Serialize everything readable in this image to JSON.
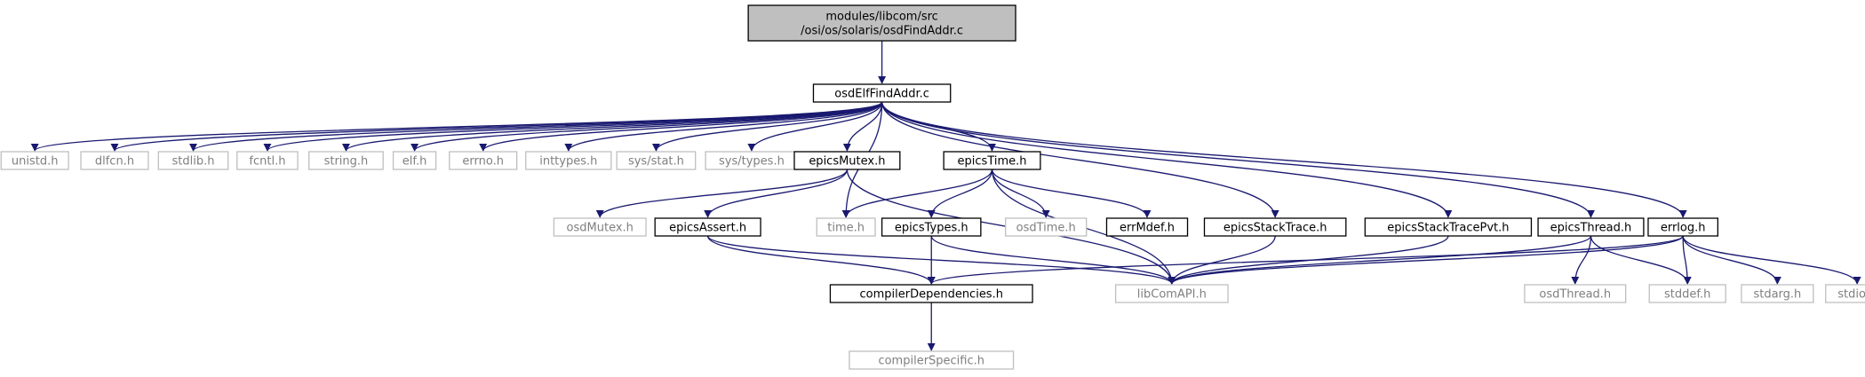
{
  "colors": {
    "edge": "#191970",
    "root_fill": "#bfbfbf",
    "node_border": "#000000",
    "external_border": "#bfbfbf",
    "external_text": "#7f7f7f",
    "text": "#000000"
  },
  "nodes": {
    "root": {
      "lines": [
        "modules/libcom/src",
        "/osi/os/solaris/osdFindAddr.c"
      ],
      "kind": "root"
    },
    "osdElfFindAddr": {
      "lines": [
        "osdElfFindAddr.c"
      ],
      "kind": "normal"
    },
    "unistd": {
      "lines": [
        "unistd.h"
      ],
      "kind": "external"
    },
    "dlfcn": {
      "lines": [
        "dlfcn.h"
      ],
      "kind": "external"
    },
    "stdlib": {
      "lines": [
        "stdlib.h"
      ],
      "kind": "external"
    },
    "fcntl": {
      "lines": [
        "fcntl.h"
      ],
      "kind": "external"
    },
    "string": {
      "lines": [
        "string.h"
      ],
      "kind": "external"
    },
    "elf": {
      "lines": [
        "elf.h"
      ],
      "kind": "external"
    },
    "errno": {
      "lines": [
        "errno.h"
      ],
      "kind": "external"
    },
    "inttypes": {
      "lines": [
        "inttypes.h"
      ],
      "kind": "external"
    },
    "sysstat": {
      "lines": [
        "sys/stat.h"
      ],
      "kind": "external"
    },
    "systypes": {
      "lines": [
        "sys/types.h"
      ],
      "kind": "external"
    },
    "epicsMutex": {
      "lines": [
        "epicsMutex.h"
      ],
      "kind": "normal"
    },
    "epicsTime": {
      "lines": [
        "epicsTime.h"
      ],
      "kind": "normal"
    },
    "osdMutex": {
      "lines": [
        "osdMutex.h"
      ],
      "kind": "external"
    },
    "epicsAssert": {
      "lines": [
        "epicsAssert.h"
      ],
      "kind": "normal"
    },
    "time": {
      "lines": [
        "time.h"
      ],
      "kind": "external"
    },
    "epicsTypes": {
      "lines": [
        "epicsTypes.h"
      ],
      "kind": "normal"
    },
    "osdTime": {
      "lines": [
        "osdTime.h"
      ],
      "kind": "external"
    },
    "errMdef": {
      "lines": [
        "errMdef.h"
      ],
      "kind": "normal"
    },
    "epicsStackTrace": {
      "lines": [
        "epicsStackTrace.h"
      ],
      "kind": "normal"
    },
    "epicsStackTracePvt": {
      "lines": [
        "epicsStackTracePvt.h"
      ],
      "kind": "normal"
    },
    "epicsThread": {
      "lines": [
        "epicsThread.h"
      ],
      "kind": "normal"
    },
    "errlog": {
      "lines": [
        "errlog.h"
      ],
      "kind": "normal"
    },
    "compilerDependencies": {
      "lines": [
        "compilerDependencies.h"
      ],
      "kind": "normal"
    },
    "libComAPI": {
      "lines": [
        "libComAPI.h"
      ],
      "kind": "external"
    },
    "osdThread": {
      "lines": [
        "osdThread.h"
      ],
      "kind": "external"
    },
    "stddef": {
      "lines": [
        "stddef.h"
      ],
      "kind": "external"
    },
    "stdarg": {
      "lines": [
        "stdarg.h"
      ],
      "kind": "external"
    },
    "stdio": {
      "lines": [
        "stdio.h"
      ],
      "kind": "external"
    },
    "compilerSpecific": {
      "lines": [
        "compilerSpecific.h"
      ],
      "kind": "external"
    }
  },
  "edges": [
    [
      "root",
      "osdElfFindAddr"
    ],
    [
      "osdElfFindAddr",
      "unistd"
    ],
    [
      "osdElfFindAddr",
      "dlfcn"
    ],
    [
      "osdElfFindAddr",
      "stdlib"
    ],
    [
      "osdElfFindAddr",
      "fcntl"
    ],
    [
      "osdElfFindAddr",
      "string"
    ],
    [
      "osdElfFindAddr",
      "elf"
    ],
    [
      "osdElfFindAddr",
      "errno"
    ],
    [
      "osdElfFindAddr",
      "inttypes"
    ],
    [
      "osdElfFindAddr",
      "sysstat"
    ],
    [
      "osdElfFindAddr",
      "systypes"
    ],
    [
      "osdElfFindAddr",
      "epicsMutex"
    ],
    [
      "osdElfFindAddr",
      "epicsTime"
    ],
    [
      "osdElfFindAddr",
      "time"
    ],
    [
      "osdElfFindAddr",
      "epicsStackTrace"
    ],
    [
      "osdElfFindAddr",
      "epicsStackTracePvt"
    ],
    [
      "osdElfFindAddr",
      "epicsThread"
    ],
    [
      "osdElfFindAddr",
      "errlog"
    ],
    [
      "epicsMutex",
      "osdMutex"
    ],
    [
      "epicsMutex",
      "epicsAssert"
    ],
    [
      "epicsMutex",
      "libComAPI"
    ],
    [
      "epicsTime",
      "time"
    ],
    [
      "epicsTime",
      "epicsTypes"
    ],
    [
      "epicsTime",
      "osdTime"
    ],
    [
      "epicsTime",
      "errMdef"
    ],
    [
      "epicsTime",
      "libComAPI"
    ],
    [
      "epicsAssert",
      "compilerDependencies"
    ],
    [
      "epicsAssert",
      "libComAPI"
    ],
    [
      "epicsTypes",
      "compilerDependencies"
    ],
    [
      "epicsTypes",
      "libComAPI"
    ],
    [
      "epicsStackTrace",
      "libComAPI"
    ],
    [
      "epicsStackTracePvt",
      "libComAPI"
    ],
    [
      "epicsThread",
      "libComAPI"
    ],
    [
      "epicsThread",
      "osdThread"
    ],
    [
      "epicsThread",
      "stddef"
    ],
    [
      "errlog",
      "compilerDependencies"
    ],
    [
      "errlog",
      "libComAPI"
    ],
    [
      "errlog",
      "stddef"
    ],
    [
      "errlog",
      "stdarg"
    ],
    [
      "errlog",
      "stdio"
    ],
    [
      "compilerDependencies",
      "compilerSpecific"
    ]
  ]
}
